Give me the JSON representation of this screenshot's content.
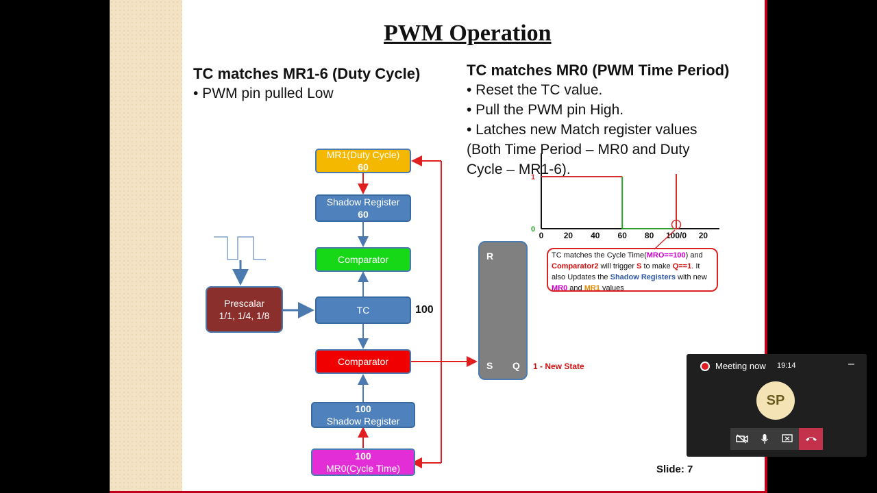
{
  "slide": {
    "title": "PWM Operation",
    "left_heading": "TC matches MR1-6 (Duty Cycle)",
    "left_bullet": "• PWM pin pulled Low",
    "right_heading": "TC matches MR0 (PWM Time Period)",
    "right_bullets": [
      "• Reset the TC value.",
      "• Pull the PWM pin High.",
      "• Latches new Match register values",
      "(Both Time Period – MR0 and Duty",
      "Cycle – MR1-6)."
    ],
    "slide_number": "Slide: 7"
  },
  "diagram": {
    "mr1_label": "MR1(Duty Cycle)",
    "mr1_value": "60",
    "shadow_top_label": "Shadow Register",
    "shadow_top_value": "60",
    "comparator_top": "Comparator",
    "tc": "TC",
    "tc_value": "100",
    "comparator_bottom": "Comparator",
    "shadow_bottom_value": "100",
    "shadow_bottom_label": "Shadow Register",
    "mr0_value": "100",
    "mr0_label": "MR0(Cycle Time)",
    "prescalar_label": "Prescalar",
    "prescalar_values": "1/1, 1/4, 1/8",
    "ff_r": "R",
    "ff_s": "S",
    "ff_q": "Q",
    "new_state": "1 - New State"
  },
  "chart_data": {
    "type": "line",
    "x_ticks": [
      "0",
      "20",
      "40",
      "60",
      "80",
      "100/0",
      "20"
    ],
    "y_ticks": [
      "0",
      "1"
    ],
    "series": [
      {
        "values": [
          [
            0,
            1
          ],
          [
            60,
            1
          ]
        ],
        "color": "#d32f2f"
      },
      {
        "values": [
          [
            60,
            1
          ],
          [
            60,
            0
          ],
          [
            100,
            0
          ]
        ],
        "color": "#2e9e2e"
      }
    ],
    "marker_x": 100,
    "annotation_parts": [
      "TC matches the Cycle Time(",
      "MRO==100",
      ") and",
      "Comparator2",
      " will trigger ",
      "S",
      " to make ",
      "Q==1",
      ". It",
      "also Updates the ",
      "Shadow Registers",
      " with new",
      "MR0",
      " and ",
      "MR1",
      " values"
    ]
  },
  "meeting": {
    "status": "Meeting now",
    "time": "19:14",
    "minimize": "–",
    "initials": "SP"
  },
  "colors": {
    "frame_red": "#c0001c",
    "arrow_red": "#e02020",
    "arrow_blue": "#4a7ab0",
    "hangup": "#c4314b"
  }
}
